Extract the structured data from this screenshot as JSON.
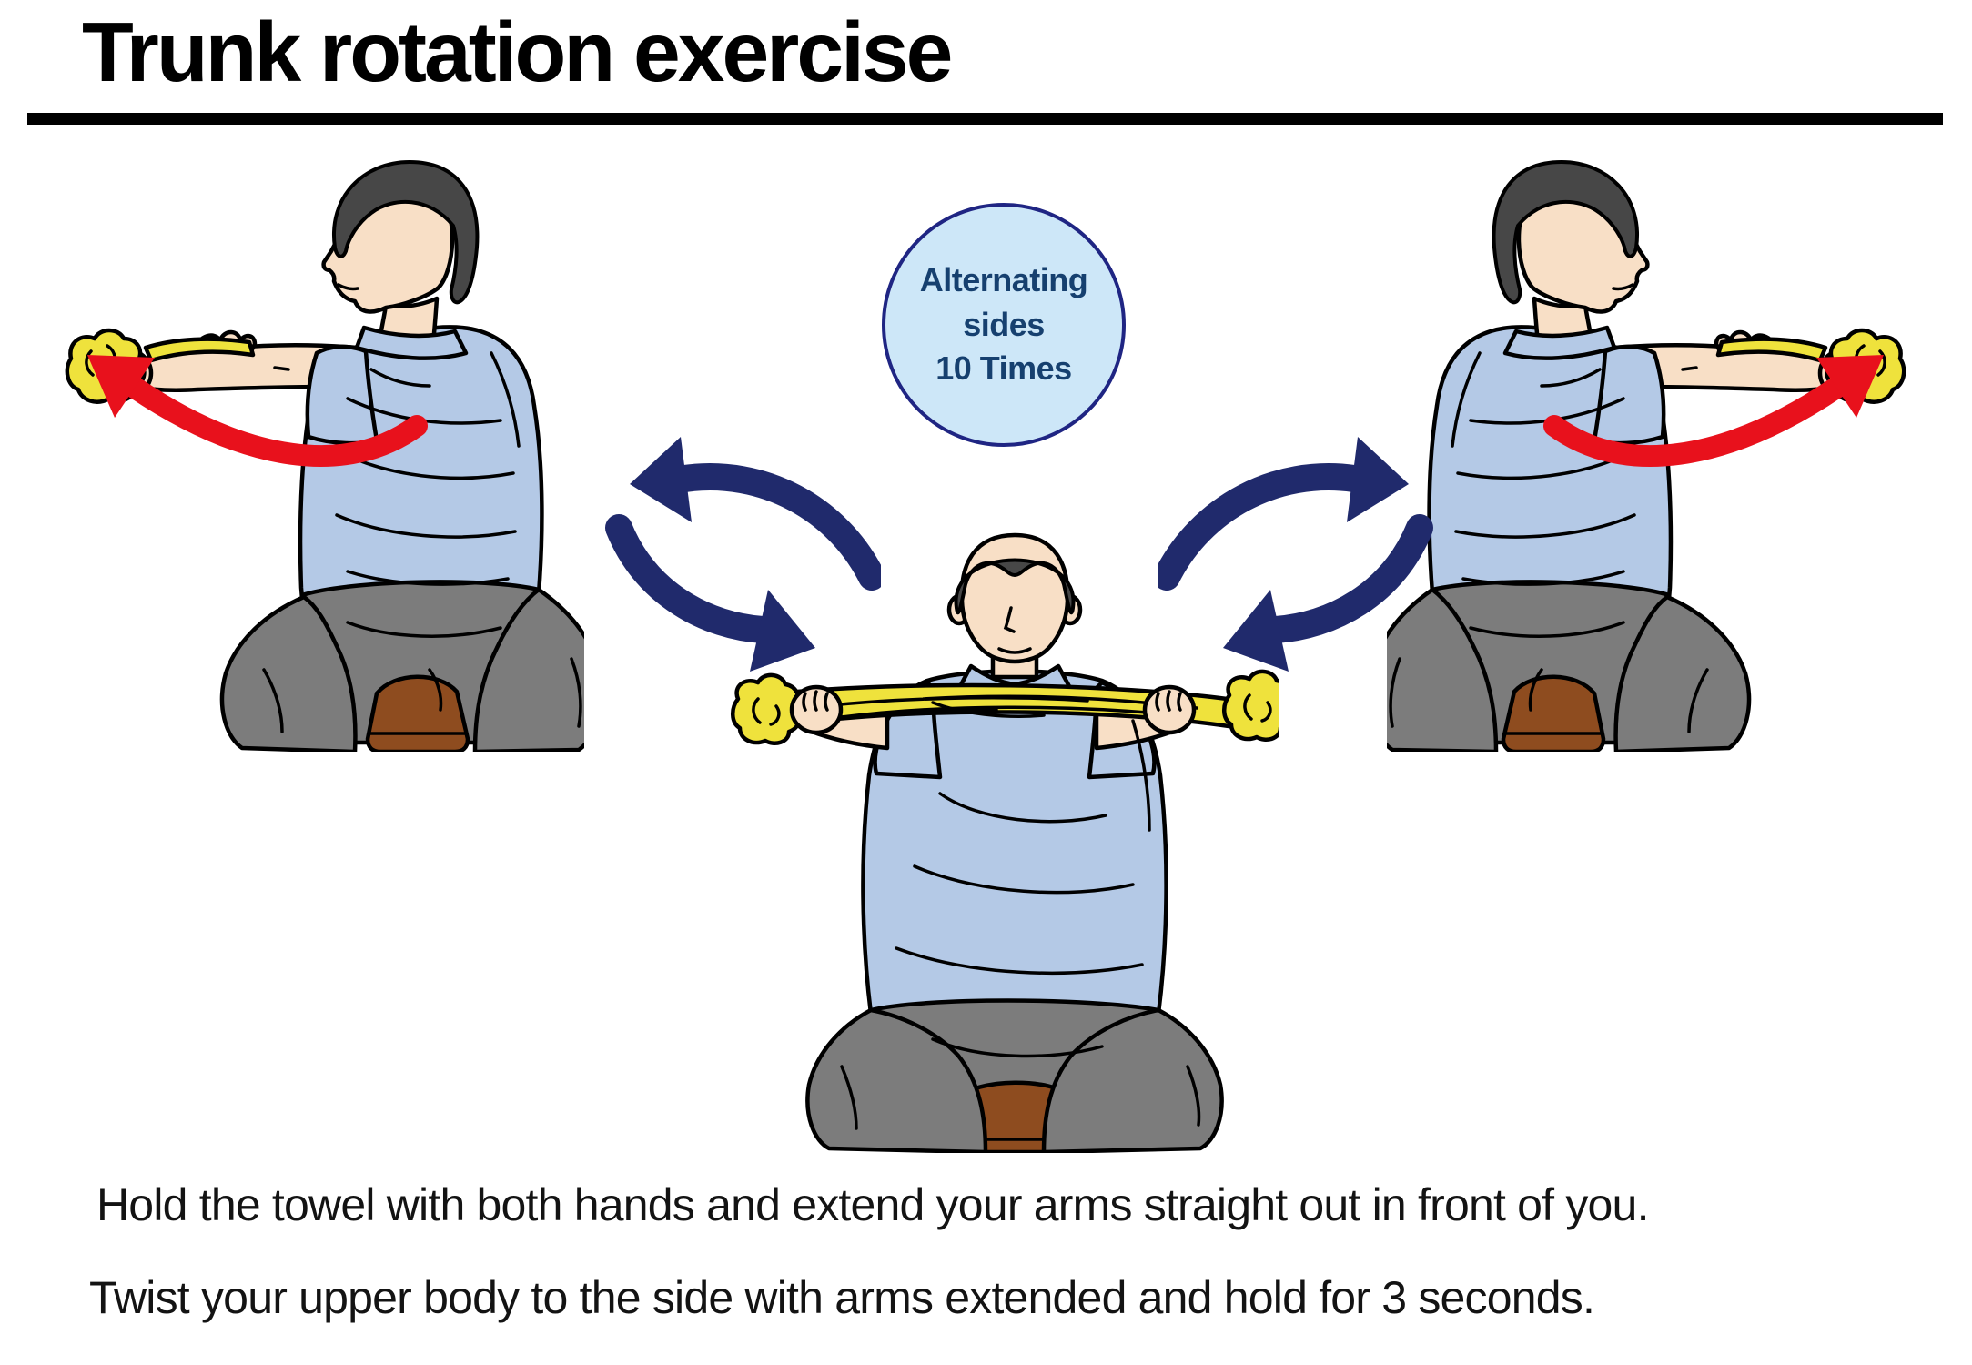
{
  "title": "Trunk rotation exercise",
  "badge": {
    "lines": [
      "Alternating",
      "sides",
      "10 Times"
    ]
  },
  "instructions": [
    "Hold the towel with both hands and extend your arms straight out in front of you.",
    "Twist your upper body to the side with arms extended and hold for 3 seconds."
  ],
  "icons": {
    "rotation_arrows": "two curved navy arrows forming a rotation cycle",
    "swing_arrow": "red curved arrow showing trunk swing direction",
    "towel": "yellow twisted towel held in both hands"
  },
  "colors": {
    "skin": "#F8DFC6",
    "hair": "#474747",
    "shirt": "#B4C9E6",
    "pants": "#7C7C7C",
    "stool": "#8E4C1F",
    "towel": "#EFE23C",
    "red": "#E8111C",
    "navy": "#202A6C",
    "badge_fill": "#CDE7F8",
    "badge_border": "#1F2583",
    "badge_text": "#16406F",
    "outline": "#000000",
    "text": "#131313",
    "title": "#000000"
  }
}
